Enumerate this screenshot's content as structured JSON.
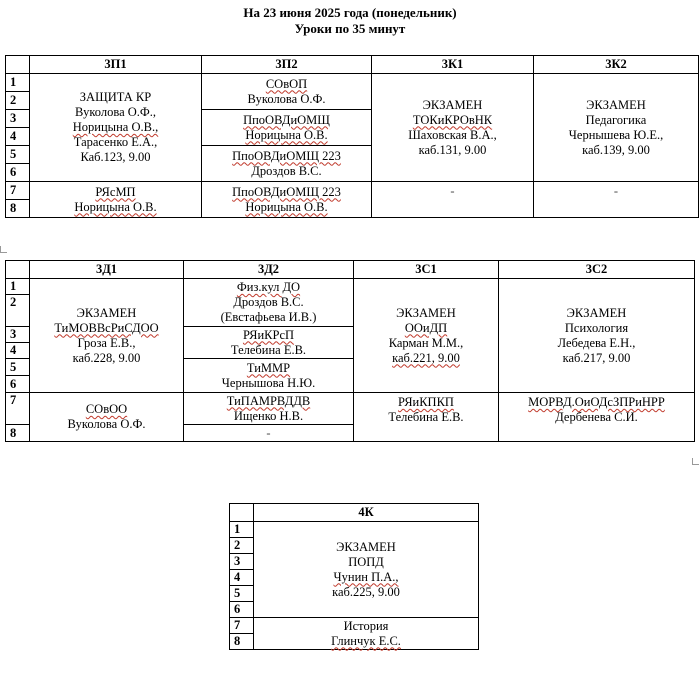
{
  "header": {
    "line1": "На 23 июня 2025 года (понедельник)",
    "line2": "Уроки по 35 минут"
  },
  "table1": {
    "groups": [
      "3П1",
      "3П2",
      "3К1",
      "3К2"
    ],
    "nums": [
      "1",
      "2",
      "3",
      "4",
      "5",
      "6",
      "7",
      "8"
    ],
    "p1": {
      "main_subject": "ЗАЩИТА КР",
      "main_t1": "Вуколова О.Ф.,",
      "main_t2": "Норицына О.В.,",
      "main_t3": "Тарасенко Е.А.,",
      "main_room": "Каб.123, 9.00",
      "s78_subject": "РЯсМП",
      "s78_teacher": "Норицына О.В."
    },
    "p2": {
      "s12_subject": "СОвОП",
      "s12_teacher": "Вуколова О.Ф.",
      "s34_subject": "ПпоОВДиОМЩ",
      "s34_teacher": "Норицына О.В.",
      "s56_subject": "ПпоОВДиОМЩ 223",
      "s56_teacher": "Дроздов В.С.",
      "s78_subject": "ПпоОВДиОМЩ 223",
      "s78_teacher": "Норицына О.В."
    },
    "k1": {
      "line1": "ЭКЗАМЕН",
      "line2": "ТОКиКРОвНК",
      "line3": "Шаховская В.А.,",
      "line4": "каб.131, 9.00",
      "s78": "-"
    },
    "k2": {
      "line1": "ЭКЗАМЕН",
      "line2": "Педагогика",
      "line3": "Чернышева Ю.Е.,",
      "line4": "каб.139, 9.00",
      "s78": "-"
    }
  },
  "table2": {
    "groups": [
      "3Д1",
      "3Д2",
      "3С1",
      "3С2"
    ],
    "nums": [
      "1",
      "2",
      "3",
      "4",
      "5",
      "6",
      "7",
      "8"
    ],
    "d1": {
      "line1": "ЭКЗАМЕН",
      "line2": "ТиМОВВсРиСДОО",
      "line3": "Гроза Е.В.,",
      "line4": "каб.228, 9.00",
      "s7_subject": "СОвОО",
      "s7_teacher": "Вуколова О.Ф."
    },
    "d2": {
      "s12_subject": "Физ.кул ДО",
      "s12_teacher": "Дроздов В.С.",
      "s12_extra": "(Евстафьева И.В.)",
      "s34_subject": "РЯиКРсП",
      "s34_teacher": "Телебина Е.В.",
      "s56_subject": "ТиММР",
      "s56_teacher": "Чернышова Н.Ю.",
      "s7_subject": "ТиПАМРВДДВ",
      "s7_teacher": "Ищенко Н.В.",
      "s8": "-"
    },
    "c1": {
      "line1": "ЭКЗАМЕН",
      "line2": "ООиДП",
      "line3": "Карман М.М.,",
      "line4": "каб.221, 9.00",
      "s7_subject": "РЯиКПКП",
      "s7_teacher": "Телебина Е.В."
    },
    "c2": {
      "line1": "ЭКЗАМЕН",
      "line2": "Психология",
      "line3": "Лебедева Е.Н.,",
      "line4": "каб.217, 9.00",
      "s7_subject": "МОРВД.ОиОДсЗПРиНРР",
      "s7_teacher": "Дербенева С.И."
    }
  },
  "table3": {
    "group": "4К",
    "nums": [
      "1",
      "2",
      "3",
      "4",
      "5",
      "6",
      "7",
      "8"
    ],
    "line1": "ЭКЗАМЕН",
    "line2": "ПОПД",
    "line3": "Чунин П.А.,",
    "line4": "каб.225, 9.00",
    "s78_subject": "История",
    "s78_teacher": "Глинчук Е.С."
  }
}
